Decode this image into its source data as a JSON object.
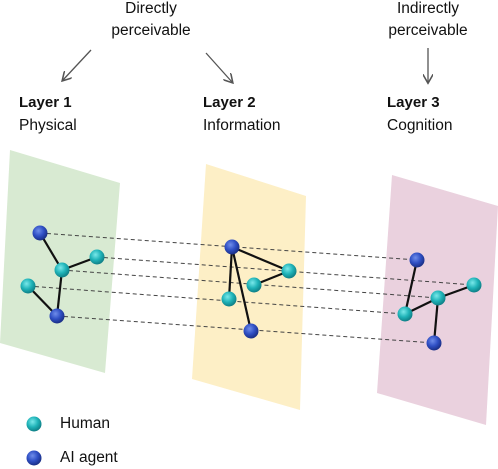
{
  "annotations": {
    "direct": {
      "line1": "Directly",
      "line2": "perceivable"
    },
    "indirect": {
      "line1": "Indirectly",
      "line2": "perceivable"
    }
  },
  "layers": [
    {
      "title": "Layer 1",
      "subtitle": "Physical",
      "color": "#d8ead2"
    },
    {
      "title": "Layer 2",
      "subtitle": "Information",
      "color": "#fdefc6"
    },
    {
      "title": "Layer 3",
      "subtitle": "Cognition",
      "color": "#ead1de"
    }
  ],
  "legend": {
    "human": {
      "label": "Human",
      "color": "#1fb3b8"
    },
    "ai_agent": {
      "label": "AI agent",
      "color": "#2f4fc4"
    }
  }
}
